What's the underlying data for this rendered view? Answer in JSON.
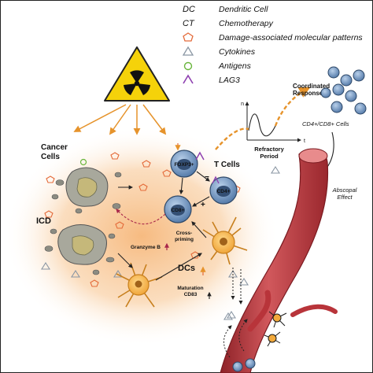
{
  "legend": {
    "items": [
      {
        "symbol": "DC",
        "text": "Dendritic Cell",
        "symbol_color": "#111111"
      },
      {
        "symbol": "CT",
        "text": "Chemotherapy",
        "symbol_color": "#111111"
      },
      {
        "symbol": "pentagon",
        "text": "Damage-associated molecular patterns",
        "symbol_color": "#e46b3a"
      },
      {
        "symbol": "triangle",
        "text": "Cytokines",
        "symbol_color": "#8a96a3"
      },
      {
        "symbol": "circle",
        "text": "Antigens",
        "symbol_color": "#69b53c"
      },
      {
        "symbol": "chevron",
        "text": "LAG3",
        "symbol_color": "#8e3fb0"
      }
    ]
  },
  "labels": {
    "cancer_cells": "Cancer\nCells",
    "icd": "ICD",
    "granzyme_b": "Granzyme B",
    "t_cells": "T Cells",
    "foxp3": "FOXP3+",
    "cd4": "CD4+",
    "cd8": "CD8+",
    "cross_priming": "Cross-\npriming",
    "dcs": "DCs",
    "maturation": "Maturation\nCD83",
    "refractory_period": "Refractory\nPeriod",
    "coordinated_response": "Coordinated\nResponse",
    "cd4_cd8_cells": "CD4+/CD8+ Cells",
    "abscopal_effect": "Abscopal\nEffect",
    "graph_axis_n": "n",
    "graph_axis_t": "t"
  },
  "colors": {
    "tumor_glow": "#f6b77a",
    "arrow_orange": "#e6932b",
    "vessel": "#b8343a",
    "t_cell": "#5b7faa",
    "dendritic_cell": "#f2a93b",
    "cancer_cell": "#8c8c82",
    "radiation_yellow": "#f5d20a"
  }
}
